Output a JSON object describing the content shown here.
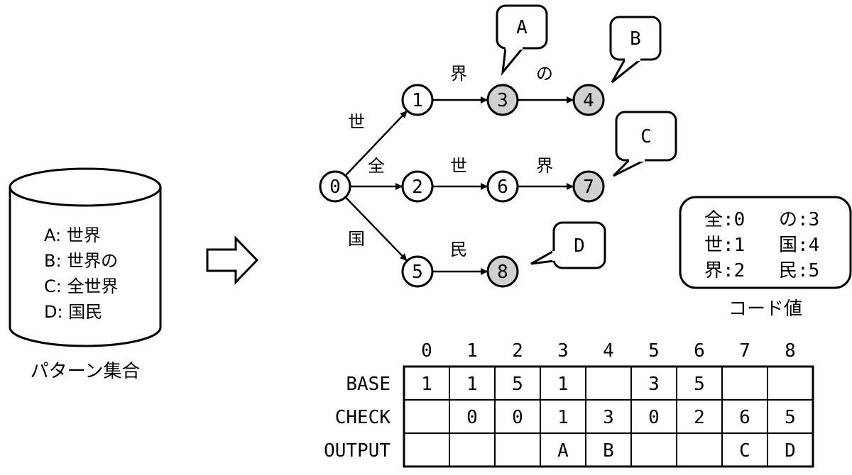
{
  "patterns": {
    "items": [
      "A: 世界",
      "B: 世界の",
      "C: 全世界",
      "D: 国民"
    ],
    "caption": "パターン集合"
  },
  "trie": {
    "nodes": [
      {
        "id": "0",
        "accept": false
      },
      {
        "id": "1",
        "accept": false
      },
      {
        "id": "2",
        "accept": false
      },
      {
        "id": "3",
        "accept": true
      },
      {
        "id": "4",
        "accept": true
      },
      {
        "id": "5",
        "accept": false
      },
      {
        "id": "6",
        "accept": false
      },
      {
        "id": "7",
        "accept": true
      },
      {
        "id": "8",
        "accept": true
      }
    ],
    "edges": [
      {
        "from": "0",
        "to": "1",
        "label": "世"
      },
      {
        "from": "0",
        "to": "2",
        "label": "全"
      },
      {
        "from": "0",
        "to": "5",
        "label": "国"
      },
      {
        "from": "1",
        "to": "3",
        "label": "界"
      },
      {
        "from": "3",
        "to": "4",
        "label": "の"
      },
      {
        "from": "2",
        "to": "6",
        "label": "世"
      },
      {
        "from": "6",
        "to": "7",
        "label": "界"
      },
      {
        "from": "5",
        "to": "8",
        "label": "民"
      }
    ],
    "outputs": [
      {
        "node": "3",
        "label": "A"
      },
      {
        "node": "4",
        "label": "B"
      },
      {
        "node": "7",
        "label": "C"
      },
      {
        "node": "8",
        "label": "D"
      }
    ],
    "accept_fill": "#d0d0d0"
  },
  "codes": {
    "rows": [
      [
        "全:0",
        "の:3"
      ],
      [
        "世:1",
        "国:4"
      ],
      [
        "界:2",
        "民:5"
      ]
    ],
    "caption": "コード値"
  },
  "table": {
    "columns": [
      "0",
      "1",
      "2",
      "3",
      "4",
      "5",
      "6",
      "7",
      "8"
    ],
    "rows": [
      {
        "label": "BASE",
        "cells": [
          "1",
          "1",
          "5",
          "1",
          "",
          "3",
          "5",
          "",
          ""
        ]
      },
      {
        "label": "CHECK",
        "cells": [
          "",
          "0",
          "0",
          "1",
          "3",
          "0",
          "2",
          "6",
          "5"
        ]
      },
      {
        "label": "OUTPUT",
        "cells": [
          "",
          "",
          "",
          "A",
          "B",
          "",
          "",
          "C",
          "D"
        ]
      }
    ]
  }
}
